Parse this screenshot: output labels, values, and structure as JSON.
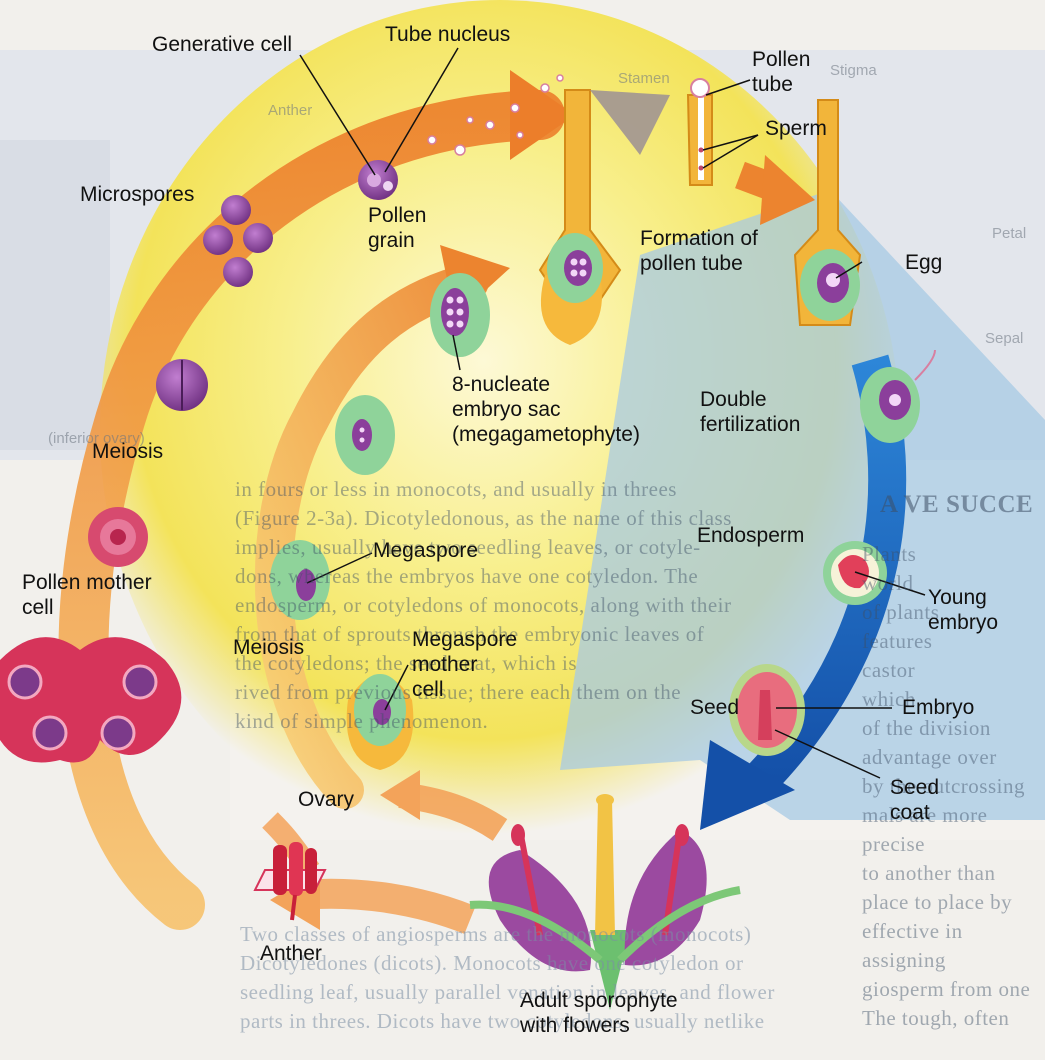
{
  "labels": {
    "generative_cell": "Generative cell",
    "tube_nucleus": "Tube nucleus",
    "pollen_tube": "Pollen\ntube",
    "sperm": "Sperm",
    "microspores": "Microspores",
    "pollen_grain": "Pollen\ngrain",
    "formation_pollen_tube": "Formation of\npollen tube",
    "egg": "Egg",
    "embryo_sac": "8-nucleate\nembryo sac\n(megagametophyte)",
    "double_fertilization": "Double\nfertilization",
    "meiosis_top": "Meiosis",
    "pollen_mother_cell": "Pollen mother\ncell",
    "megaspore": "Megaspore",
    "endosperm": "Endosperm",
    "young_embryo": "Young\nembryo",
    "meiosis_bottom": "Meiosis",
    "megaspore_mother_cell": "Megaspore\nmother\ncell",
    "seed": "Seed",
    "embryo": "Embryo",
    "seed_coat": "Seed\ncoat",
    "ovary": "Ovary",
    "anther": "Anther",
    "adult_sporophyte": "Adult sporophyte\nwith flowers"
  },
  "background_page": {
    "ghost_labels": [
      "Stamen",
      "Stigma",
      "Anther",
      "Petal",
      "Sepal",
      "(inferior ovary)"
    ],
    "heading": "A VE  SUCCE",
    "paragraph_middle": "in fours or less in monocots, and usually in threes\n(Figure 2-3a). Dicotyledonous, as the name of this class\nimplies, usually have two seedling leaves, or cotyle-\ndons, whereas the embryos have one cotyledon. The\nendosperm, or cotyledons of monocots, along with their\nfrom that of sprouts through the embryonic leaves of\nthe cotyledons; the seed coat, which is\nrived from previous tissue; there each them on the\nkind of simple phenomenon.",
    "paragraph_right": "Plants \nworld \nof plants \nfeatures \ncastor \nwhich \nof the division \nadvantage over \nby the outcrossing \nmals are more precise\nto another than\nplace to place by\neffective in assigning\ngiosperm from one\nThe tough, often",
    "paragraph_bottom": "Two classes of angiosperms are the monocots (monocots)\nDicotyledones (dicots). Monocots have one cotyledon or\nseedling leaf, usually parallel venation in leaves, and flower\nparts in threes. Dicots have two cotyledons, usually netlike"
  },
  "colors": {
    "orange_arrow": "#ef8a2e",
    "blue_arrow": "#1f6fc4",
    "yellow_glow": "#f6e34a",
    "light_blue_panel": "#aacbe3",
    "purple": "#8e4a9a",
    "red": "#c8203a",
    "green": "#7fc98c"
  }
}
